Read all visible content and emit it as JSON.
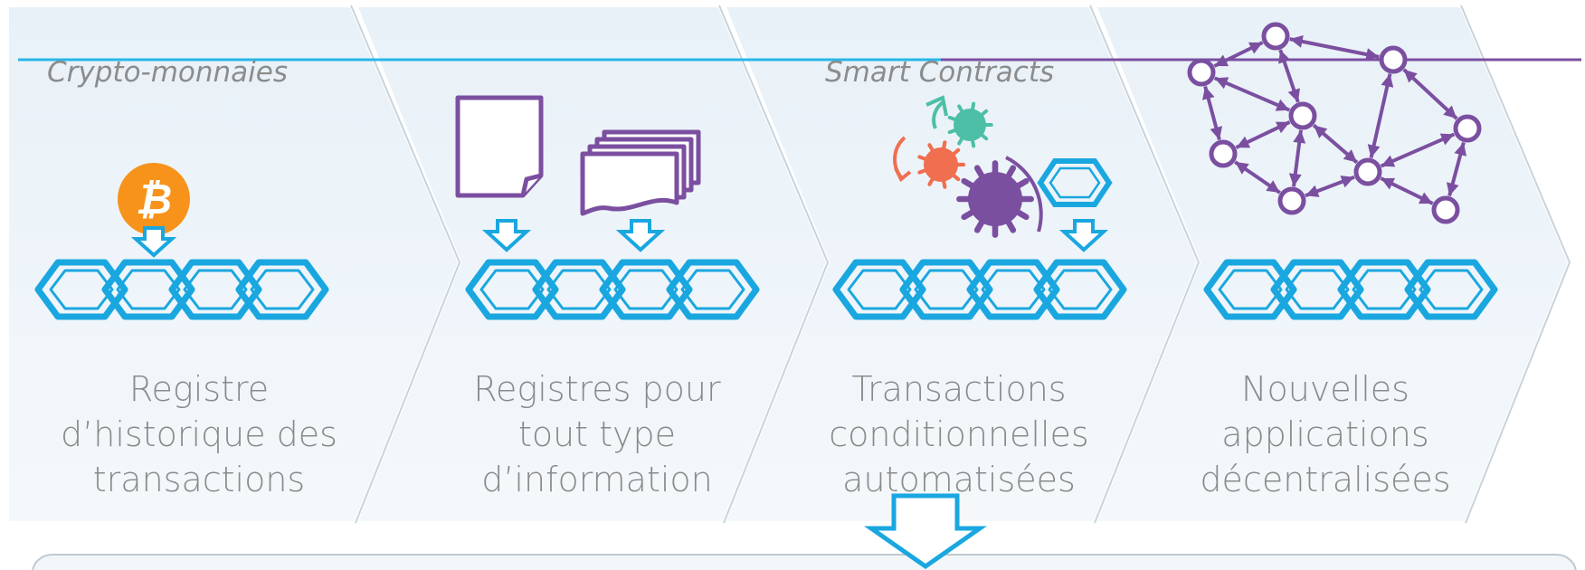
{
  "stages": [
    {
      "era": "Crypto-monnaies",
      "caption": "Registre d’historique des transactions",
      "icon": "bitcoin-icon"
    },
    {
      "era": "",
      "caption": "Registres pour tout type d’information",
      "icon": "document-icon"
    },
    {
      "era": "Smart Contracts",
      "caption": "Transactions conditionnelles automatisées",
      "icon": "gear-icon"
    },
    {
      "era": "",
      "caption": "Nouvelles applications décentralisées",
      "icon": "network-graph-icon"
    }
  ],
  "colors": {
    "chain": "#1aa7e0",
    "purple": "#7b4fa0",
    "bitcoin": "#f7931a",
    "gear_orange": "#ef6f4f",
    "gear_teal": "#4dbfa7",
    "panel_fill": "#eef5fa",
    "timeline_cyan": "#29b6e8"
  }
}
